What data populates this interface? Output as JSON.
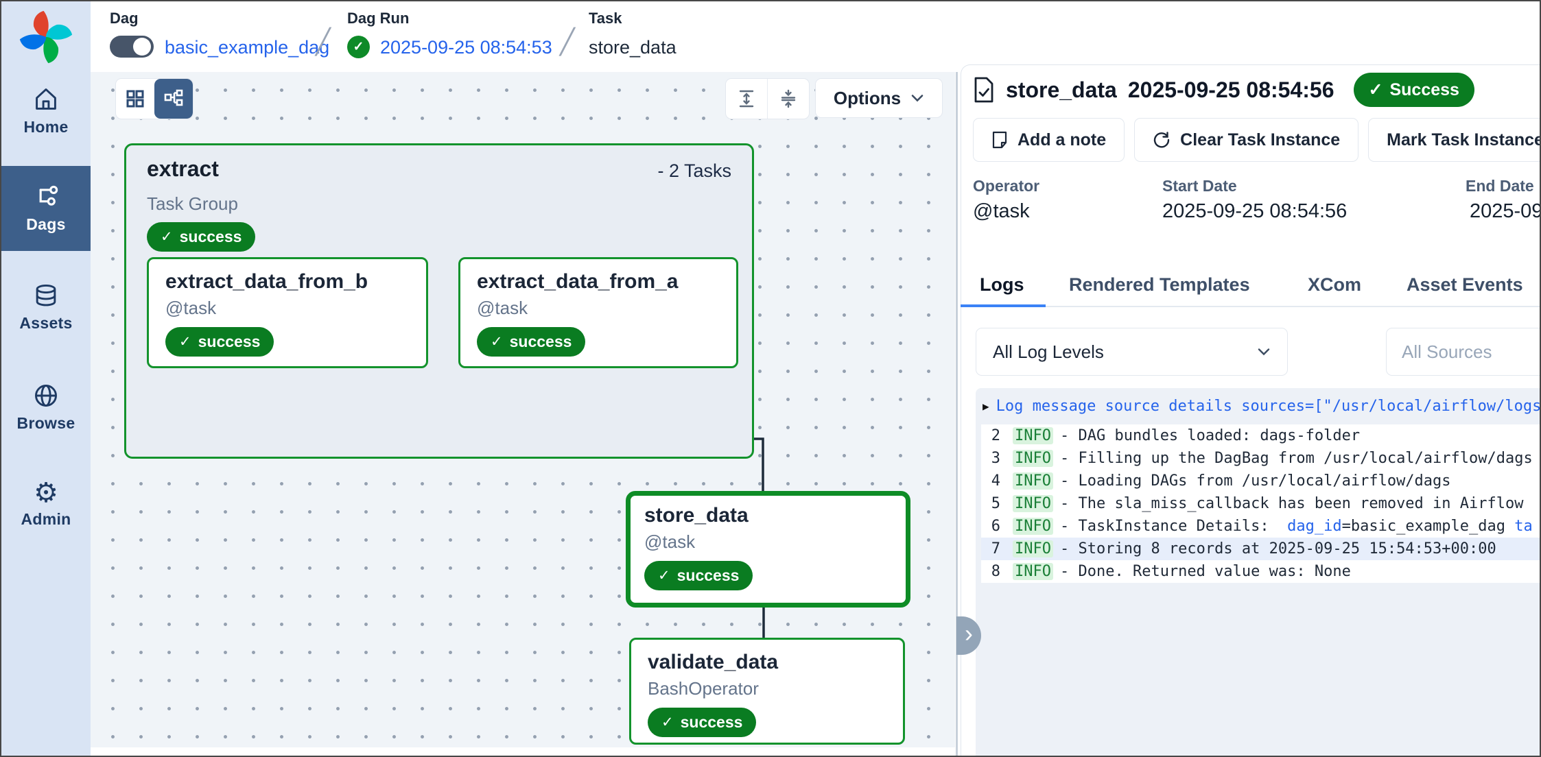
{
  "icons": {
    "check": "✓",
    "chevron_right": "›",
    "slash": "╱",
    "collapse_triangle": "▶",
    "gear": "⚙"
  },
  "colors": {
    "success_badge": "#0a7c21",
    "node_border_green": "#13932c",
    "selected_border_green": "#0e8c26",
    "link_blue": "#2563eb",
    "tab_underline_blue": "#3b82f6",
    "sidebar_bg": "#d9e4f4",
    "sidebar_active_bg": "#3d5f8a",
    "edge": "#1d2b3a",
    "graph_bg": "#f0f4f8",
    "log_box_bg": "#edf1f7"
  },
  "breadcrumb": {
    "dag_label": "Dag",
    "dag_value": "basic_example_dag",
    "dag_toggle_on": true,
    "dag_run_label": "Dag Run",
    "dag_run_value": "2025-09-25 08:54:53",
    "dag_run_status": "success",
    "task_label": "Task",
    "task_value": "store_data"
  },
  "sidebar": {
    "items": [
      {
        "label": "Home",
        "active": false
      },
      {
        "label": "Dags",
        "active": true
      },
      {
        "label": "Assets",
        "active": false
      },
      {
        "label": "Browse",
        "active": false
      },
      {
        "label": "Admin",
        "active": false
      }
    ]
  },
  "toolbar": {
    "options_label": "Options"
  },
  "graph": {
    "group": {
      "title": "extract",
      "tasks_count_label": "- 2 Tasks",
      "subtitle": "Task Group",
      "status": "success"
    },
    "nodes": [
      {
        "title": "extract_data_from_b",
        "subtitle": "@task",
        "status": "success",
        "selected": false
      },
      {
        "title": "extract_data_from_a",
        "subtitle": "@task",
        "status": "success",
        "selected": false
      },
      {
        "title": "store_data",
        "subtitle": "@task",
        "status": "success",
        "selected": true
      },
      {
        "title": "validate_data",
        "subtitle": "BashOperator",
        "status": "success",
        "selected": false
      }
    ]
  },
  "panel": {
    "title": "store_data",
    "timestamp": "2025-09-25 08:54:56",
    "status": "Success",
    "buttons": [
      {
        "label": "Add a note"
      },
      {
        "label": "Clear Task Instance"
      },
      {
        "label": "Mark Task Instance"
      }
    ],
    "meta": [
      {
        "label": "Operator",
        "value": "@task"
      },
      {
        "label": "Start Date",
        "value": "2025-09-25 08:54:56"
      },
      {
        "label": "End Date",
        "value": "2025-09"
      }
    ],
    "tabs": [
      {
        "label": "Logs",
        "active": true
      },
      {
        "label": "Rendered Templates",
        "active": false
      },
      {
        "label": "XCom",
        "active": false
      },
      {
        "label": "Asset Events",
        "active": false
      }
    ],
    "log_level_filter": "All Log Levels",
    "source_filter_placeholder": "All Sources",
    "logs": {
      "header": "Log message source details sources=[\"/usr/local/airflow/logs/d",
      "lines": [
        {
          "num": "2",
          "level": "INFO",
          "highlight": false,
          "parts": [
            {
              "t": "DAG bundles loaded: dags-folder"
            }
          ]
        },
        {
          "num": "3",
          "level": "INFO",
          "highlight": false,
          "parts": [
            {
              "t": "Filling up the DagBag from /usr/local/airflow/dags"
            }
          ]
        },
        {
          "num": "4",
          "level": "INFO",
          "highlight": false,
          "parts": [
            {
              "t": "Loading DAGs from /usr/local/airflow/dags"
            }
          ]
        },
        {
          "num": "5",
          "level": "INFO",
          "highlight": false,
          "parts": [
            {
              "t": "The sla_miss_callback has been removed in Airflow"
            }
          ]
        },
        {
          "num": "6",
          "level": "INFO",
          "highlight": false,
          "parts": [
            {
              "t": "TaskInstance Details:  "
            },
            {
              "t": "dag_id",
              "link": true
            },
            {
              "t": "=basic_example_dag "
            },
            {
              "t": "ta",
              "link": true
            }
          ]
        },
        {
          "num": "7",
          "level": "INFO",
          "highlight": true,
          "parts": [
            {
              "t": "Storing 8 records at 2025-09-25 15:54:53+00:00"
            }
          ]
        },
        {
          "num": "8",
          "level": "INFO",
          "highlight": false,
          "parts": [
            {
              "t": "Done. Returned value was: None"
            }
          ]
        }
      ]
    }
  }
}
